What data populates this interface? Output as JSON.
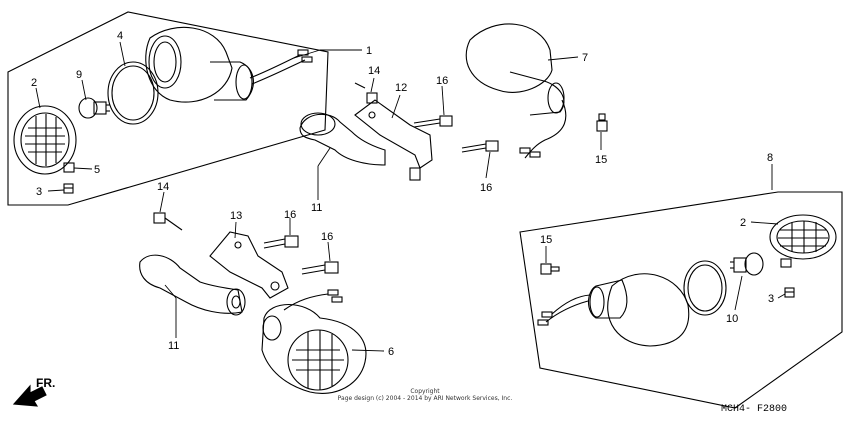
{
  "diagram": {
    "callouts": {
      "p1": "1",
      "p2a": "2",
      "p2b": "2",
      "p3a": "3",
      "p3b": "3",
      "p4": "4",
      "p5": "5",
      "p6": "6",
      "p7": "7",
      "p8": "8",
      "p9": "9",
      "p10": "10",
      "p11a": "11",
      "p11b": "11",
      "p12": "12",
      "p13": "13",
      "p14a": "14",
      "p14b": "14",
      "p15a": "15",
      "p15b": "15",
      "p16a": "16",
      "p16b": "16",
      "p16c": "16",
      "p16d": "16"
    },
    "direction_label": "FR.",
    "copyright_line1": "Copyright",
    "copyright_line2": "Page design (c) 2004 - 2014 by ARI Network Services, Inc.",
    "diagram_code": "MCH4- F2800"
  }
}
